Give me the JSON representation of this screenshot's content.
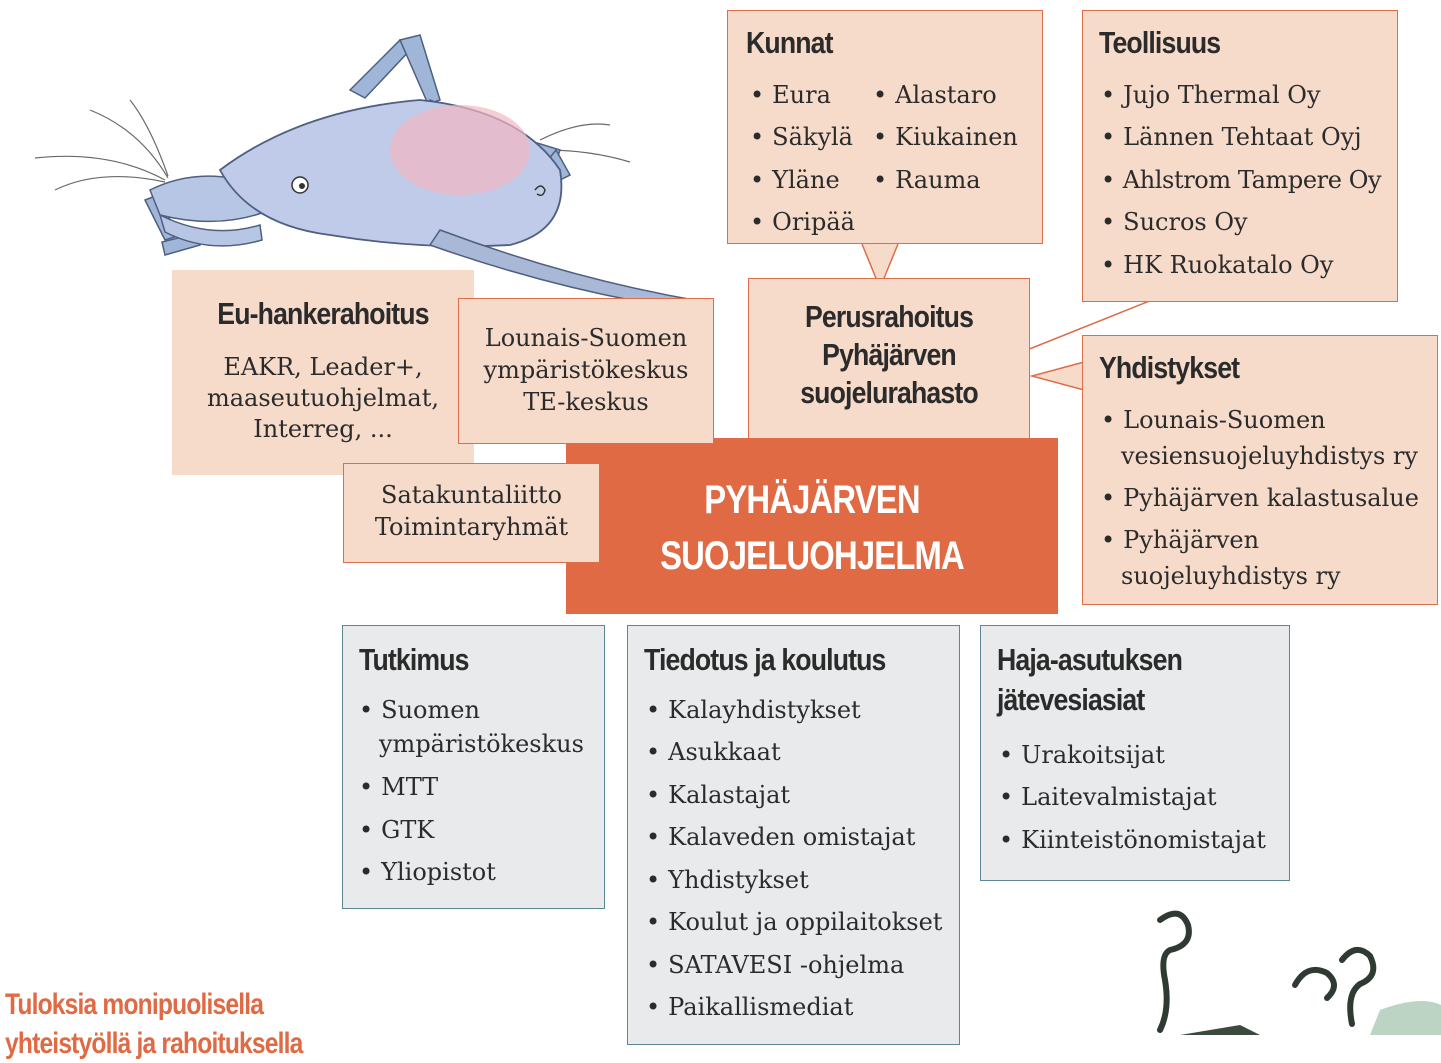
{
  "kunnat": {
    "title": "Kunnat",
    "col1": [
      "Eura",
      "Säkylä",
      "Yläne",
      "Oripää"
    ],
    "col2": [
      "Alastaro",
      "Kiukainen",
      "Rauma"
    ]
  },
  "teollisuus": {
    "title": "Teollisuus",
    "items": [
      "Jujo Thermal Oy",
      "Lännen Tehtaat Oyj",
      "Ahlstrom Tampere Oy",
      "Sucros Oy",
      "HK Ruokatalo Oy"
    ]
  },
  "perusrahoitus": {
    "lines": [
      "Perusrahoitus",
      "Pyhäjärven",
      "suojelurahasto"
    ]
  },
  "yhdistykset": {
    "title": "Yhdistykset",
    "items": [
      [
        "Lounais-Suomen",
        "vesiensuojeluyhdistys ry"
      ],
      [
        "Pyhäjärven kalastusalue"
      ],
      [
        "Pyhäjärven",
        "suojeluyhdistys ry"
      ]
    ]
  },
  "eu": {
    "title": "Eu-hankerahoitus",
    "lines": [
      "EAKR, Leader+,",
      "maaseutuohjelmat,",
      "Interreg, ..."
    ]
  },
  "lounais": {
    "lines": [
      "Lounais-Suomen",
      "ympäristökeskus",
      "TE-keskus"
    ]
  },
  "satakunta": {
    "lines": [
      "Satakuntaliitto",
      "Toimintaryhmät"
    ]
  },
  "main": {
    "lines": [
      "PYHÄJÄRVEN",
      "SUOJELUOHJELMA"
    ]
  },
  "tutkimus": {
    "title": "Tutkimus",
    "items": [
      [
        "Suomen",
        "ympäristökeskus"
      ],
      [
        "MTT"
      ],
      [
        "GTK"
      ],
      [
        "Yliopistot"
      ]
    ]
  },
  "tiedotus": {
    "title": "Tiedotus ja koulutus",
    "items": [
      "Kalayhdistykset",
      "Asukkaat",
      "Kalastajat",
      "Kalaveden omistajat",
      "Yhdistykset",
      "Koulut ja oppilaitokset",
      "SATAVESI -ohjelma",
      "Paikallismediat"
    ]
  },
  "haja": {
    "title_lines": [
      "Haja-asutuksen",
      "jätevesiasiat"
    ],
    "items": [
      "Urakoitsijat",
      "Laitevalmistajat",
      "Kiinteistönomistajat"
    ]
  },
  "footer": {
    "lines": [
      "Tuloksia monipuolisella",
      "yhteistyöllä ja rahoituksella"
    ]
  },
  "colors": {
    "peach_fill": "#f6dbcb",
    "orange": "#e06a44",
    "grey_fill": "#e8eaeb",
    "teal_border": "#5d8795"
  }
}
